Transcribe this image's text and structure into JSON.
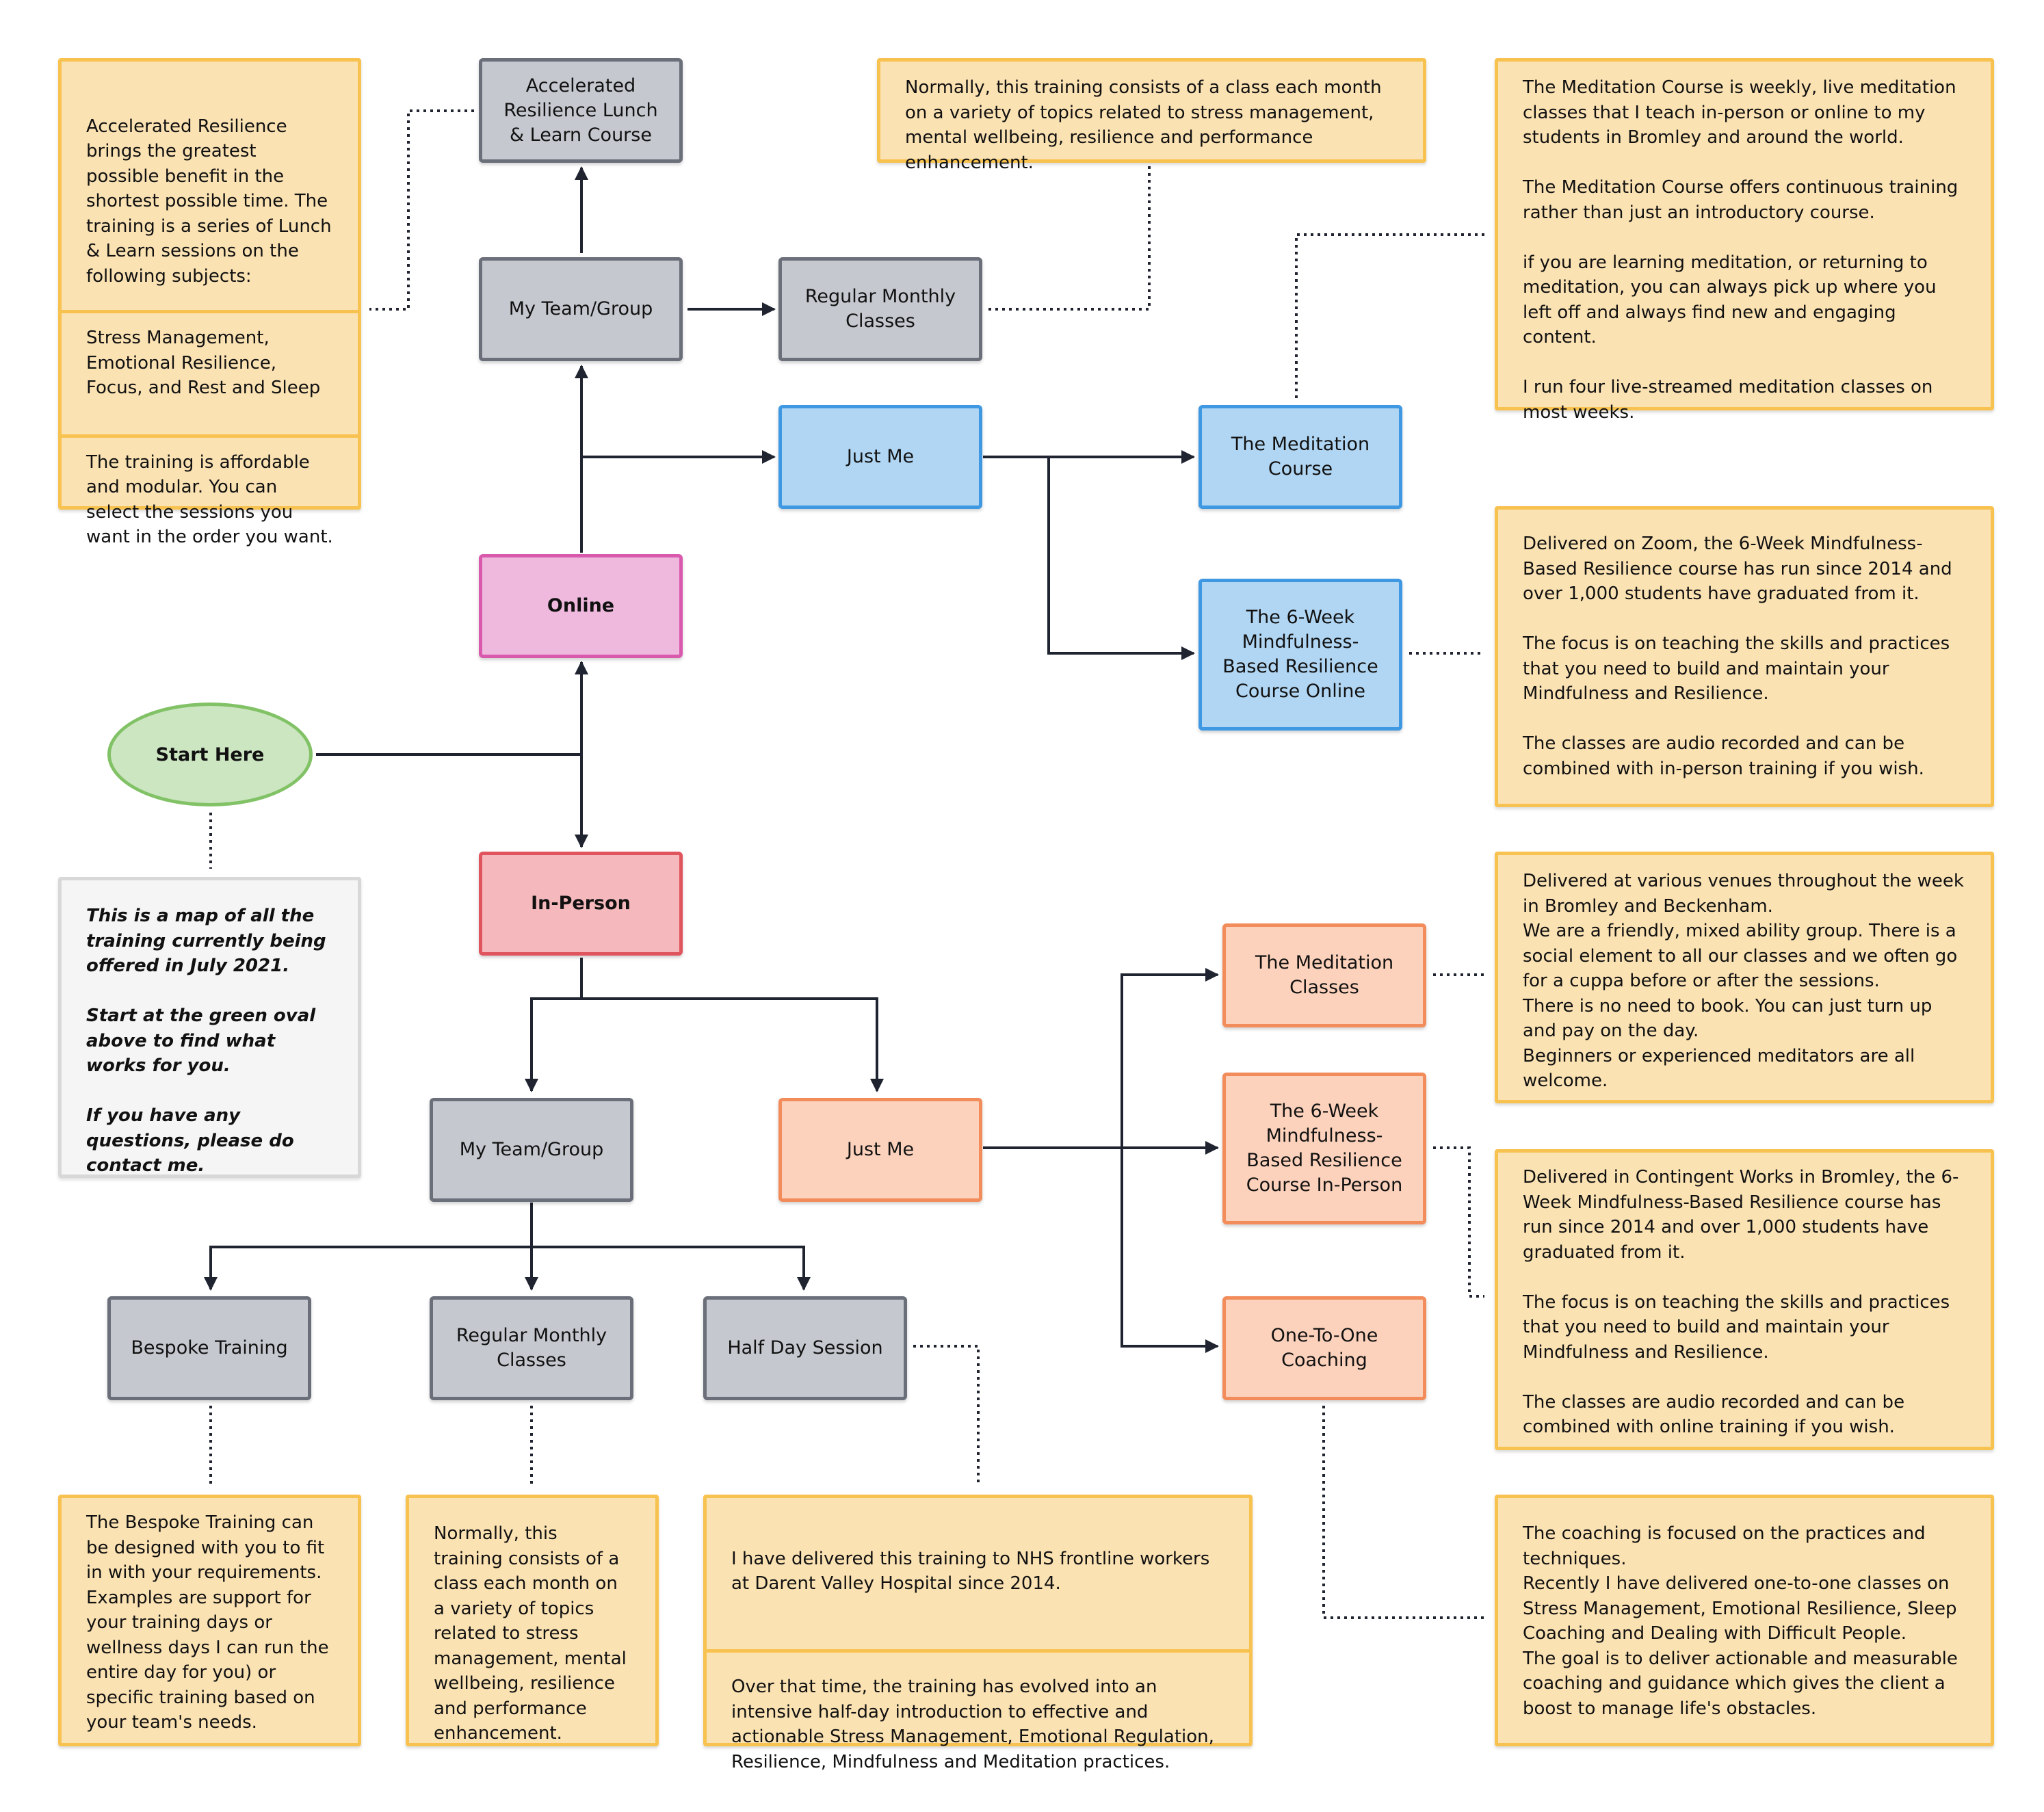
{
  "nodes": {
    "accelerated": "Accelerated\nResilience Lunch\n& Learn Course",
    "online_team": "My Team/Group",
    "online_monthly": "Regular Monthly\nClasses",
    "online_just_me": "Just Me",
    "online": "Online",
    "meditation_course": "The Meditation\nCourse",
    "mbr_online": "The 6-Week\nMindfulness-\nBased Resilience\nCourse Online",
    "start": "Start Here",
    "in_person": "In-Person",
    "inperson_team": "My Team/Group",
    "inperson_just_me": "Just Me",
    "bespoke": "Bespoke Training",
    "inperson_monthly": "Regular Monthly\nClasses",
    "half_day": "Half Day Session",
    "meditation_classes": "The Meditation\nClasses",
    "mbr_inperson": "The 6-Week\nMindfulness-\nBased Resilience\nCourse In-Person",
    "coaching": "One-To-One\nCoaching"
  },
  "notes": {
    "accelerated_intro": "Accelerated Resilience brings the greatest possible benefit in the shortest possible time. The training is a series of Lunch & Learn sessions on the following subjects:",
    "accelerated_subjects": "Stress Management, Emotional Resilience, Focus, and Rest and Sleep",
    "accelerated_modular": "The training is affordable and modular. You can select the sessions you want in the order you want.",
    "online_monthly": "Normally, this training consists of a class each month on a variety of topics related to stress management, mental wellbeing, resilience and performance enhancement.",
    "meditation_course": "The Meditation Course is weekly, live meditation classes that I teach in-person or online to my students in Bromley and around the world.\n\nThe Meditation Course offers continuous training rather than just an introductory course.\n\nif you are learning meditation, or returning to meditation, you can always pick up where you left off and always find new and engaging content.\n\nI run four live-streamed meditation classes on most weeks.",
    "mbr_online": "Delivered on Zoom, the 6-Week Mindfulness-Based Resilience course has run since 2014 and over 1,000 students have graduated from it.\n\nThe focus is on teaching the skills and practices that you need to build and maintain your Mindfulness and Resilience.\n\nThe classes are audio recorded and can be combined with in-person training if you wish.",
    "map_info": "This is a map of all the training currently being offered in July 2021.\n\nStart at the green oval above to find what works for you.\n\nIf you have any questions, please do contact me.",
    "meditation_classes": "Delivered at various venues throughout the week in Bromley and Beckenham.\nWe are a friendly, mixed ability group. There is a social element to all our classes and we often go for a cuppa before or after the sessions.\nThere is no need to book. You can just turn up and pay on the day.\nBeginners or experienced meditators are all welcome.",
    "mbr_inperson": "Delivered in Contingent Works in Bromley, the 6-Week Mindfulness-Based Resilience course has run since 2014 and over 1,000 students have graduated from it.\n\nThe focus is on teaching the skills and practices that you need to build and maintain your Mindfulness and Resilience.\n\nThe classes are audio recorded and can be combined with online training if you wish.",
    "bespoke": "The Bespoke Training can be designed with you to fit in with your requirements. Examples are support for your training days or wellness days I can run the entire day for you) or specific training based on your team's needs.",
    "inperson_monthly": "Normally, this training consists of a class each month on a variety of topics related to stress management, mental wellbeing, resilience and performance enhancement.",
    "half_day_history": "I have delivered this training to NHS frontline workers at Darent Valley Hospital since 2014.",
    "half_day_content": "Over that time, the training has evolved into an intensive half-day introduction to effective and actionable Stress Management, Emotional Regulation, Resilience, Mindfulness and Meditation practices.",
    "coaching": "The coaching is focused on the practices and techniques.\nRecently I have delivered one-to-one classes on Stress Management, Emotional Resilience, Sleep Coaching and Dealing with Difficult People.\nThe goal is to deliver actionable and measurable coaching and guidance which gives the client a boost to manage life's obstacles."
  },
  "colors": {
    "connector": "#1f2430",
    "note_fill": "#fbe2b3",
    "note_border": "#f7c24f",
    "gray_node": "#c5c8cf",
    "online_node": "#efb9de",
    "in_person_node": "#f5b9bd",
    "online_just_me_node": "#b1d6f3",
    "in_person_just_me_node": "#fcd2bc",
    "start_oval": "#cde6c2"
  }
}
